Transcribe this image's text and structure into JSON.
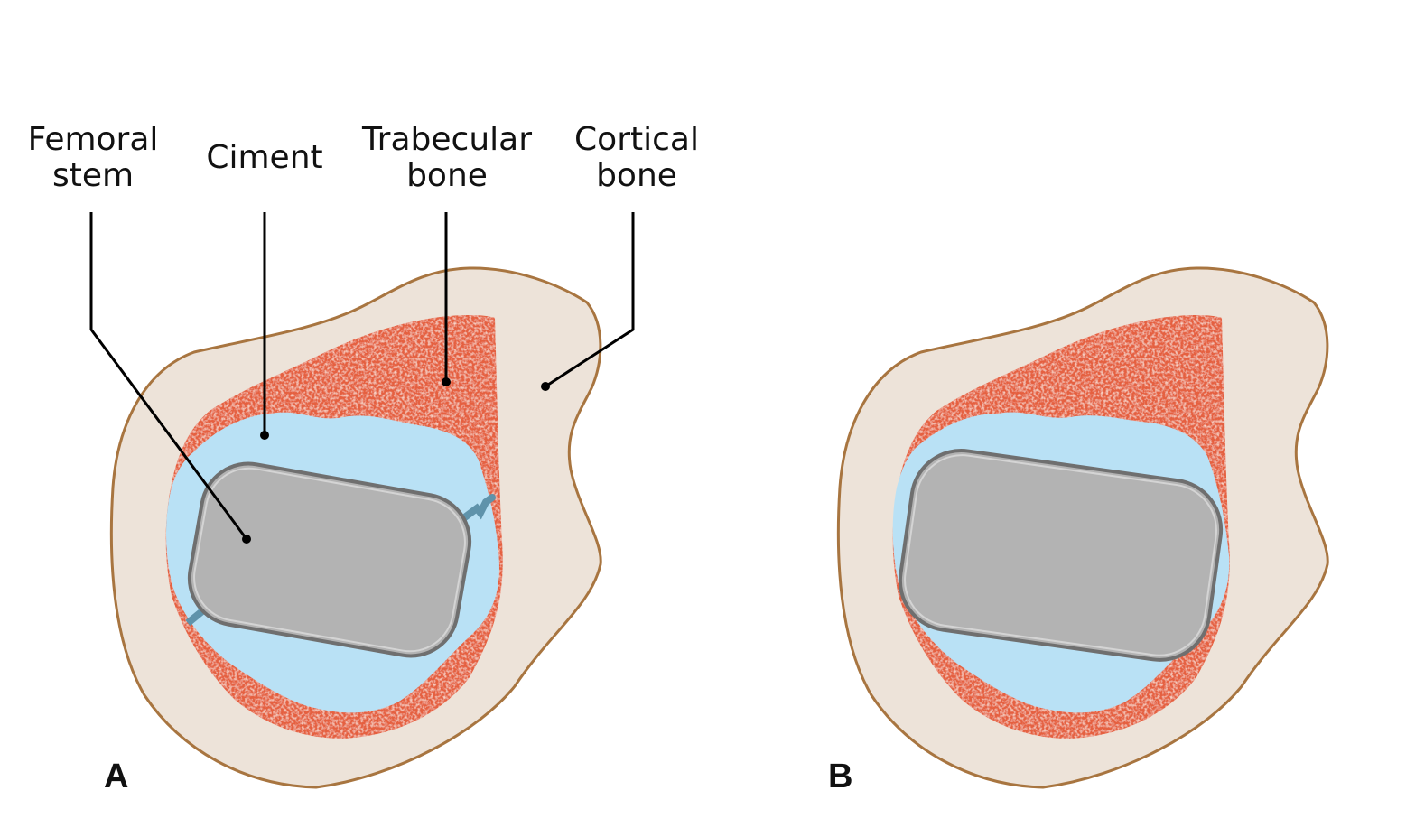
{
  "labels": {
    "femoral_stem": [
      "Femoral",
      "stem"
    ],
    "ciment": [
      "Ciment"
    ],
    "trabecular_bone": [
      "Trabecular",
      "bone"
    ],
    "cortical_bone": [
      "Cortical",
      "bone"
    ]
  },
  "panels": {
    "a": "A",
    "b": "B"
  },
  "colors": {
    "cortical_fill": "#ede3d9",
    "cortical_stroke": "#a87540",
    "trabecular": "#e5603f",
    "cement": "#b9e1f5",
    "stem_fill": "#b3b3b3",
    "stem_stroke": "#6f6f6f",
    "crack": "#5f93ab"
  }
}
